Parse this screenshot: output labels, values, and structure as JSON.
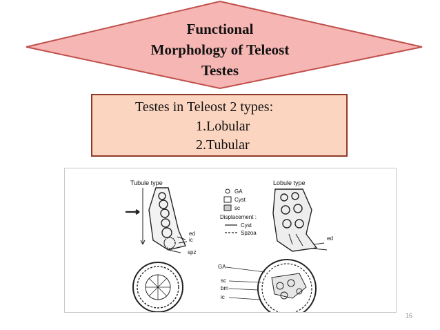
{
  "slide": {
    "title_lines": [
      "Functional",
      "Morphology of Teleost",
      "Testes"
    ],
    "types_heading": "Testes in Teleost 2 types:",
    "types": [
      "1.Lobular",
      "2.Tubular"
    ],
    "slide_number": "16",
    "colors": {
      "diamond_fill": "#f6b6b3",
      "diamond_stroke": "#c0504d",
      "box_fill": "#fbd5c0",
      "box_border": "#8e3b2a"
    }
  },
  "figure": {
    "tubule_title": "Tubule type",
    "lobule_title": "Lobule type",
    "legend": {
      "ga": "GA",
      "cyst": "Cyst",
      "sc": "sc",
      "displacement": "Displacement :",
      "disp_cyst": "Cyst",
      "disp_spzoa": "Spzoa"
    },
    "labels": {
      "ed_left": "ed",
      "ic_left": "ic",
      "spz": "spz",
      "ed_right": "ed",
      "ga_bottom": "GA",
      "sc_bottom": "sc",
      "bm_bottom": "bm",
      "ic_bottom": "ic"
    }
  }
}
